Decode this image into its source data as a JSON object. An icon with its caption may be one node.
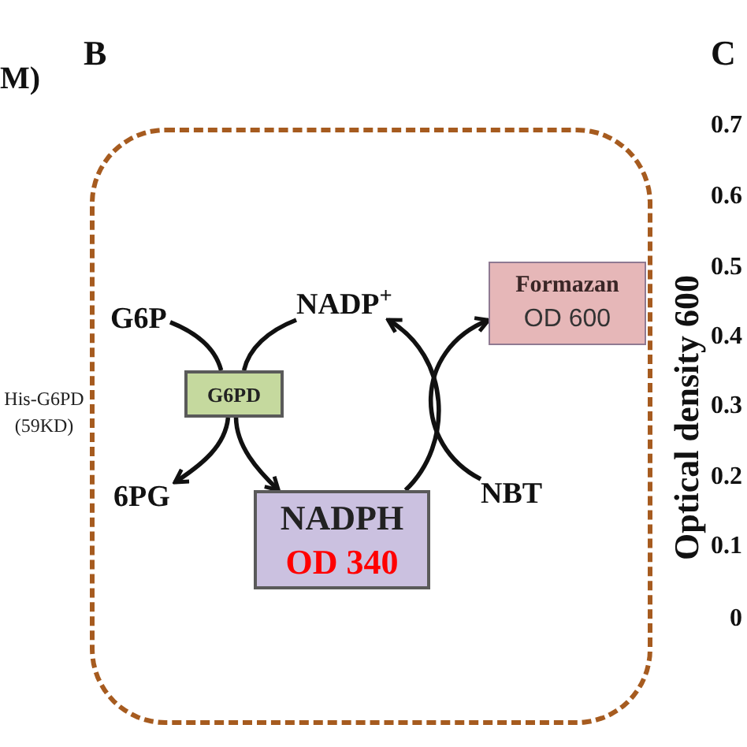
{
  "diagram": {
    "nodes": [
      {
        "text": [],
        "shape": "box"
      },
      {
        "text": [
          "G6P"
        ],
        "in": 0
      },
      {
        "text": [
          "NADP$^{+}$"
        ],
        "in": 0
      },
      {
        "text": [
          "Formazan",
          "OD 600"
        ],
        "in": 0
      },
      {
        "text": [
          "G6PD"
        ],
        "in": 0
      },
      {
        "text": [
          "6PG"
        ],
        "in": 0
      },
      {
        "text": [
          "NADPH",
          "OD 340"
        ],
        "in": 0
      },
      {
        "text": [
          "NBT"
        ],
        "in": 0
      }
    ],
    "edges": [
      {
        "from": 1,
        "to": 4,
        "arrow": "none"
      },
      {
        "from": 2,
        "to": 4,
        "arrow": "none"
      },
      {
        "from": 4,
        "to": 5,
        "arrow": "to"
      },
      {
        "from": 4,
        "to": 6,
        "arrow": "to"
      },
      {
        "from": 6,
        "to": 2,
        "arrow": "to"
      },
      {
        "from": 7,
        "to": 3,
        "arrow": "to"
      }
    ],
    "labels": [
      "M)",
      "B",
      "C",
      "His-G6PD (59KD)",
      "Optical density 600",
      "0.7",
      "0.6",
      "0.5",
      "0.4",
      "0.3",
      "0.2",
      "0.1",
      "0"
    ]
  }
}
